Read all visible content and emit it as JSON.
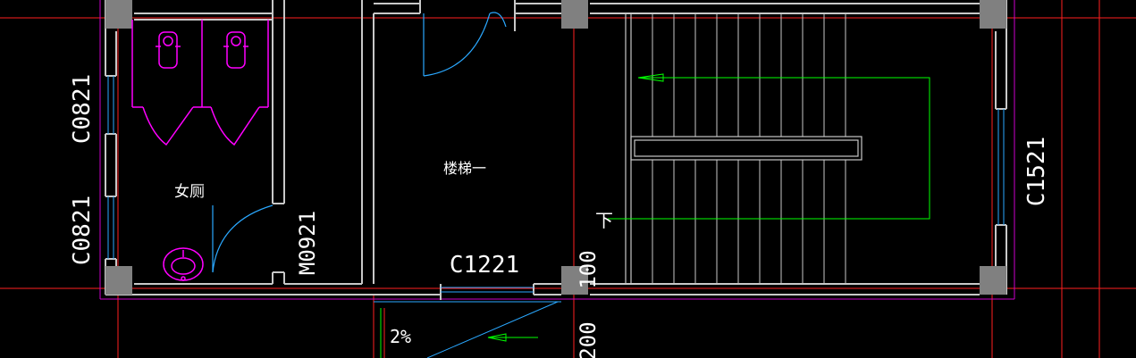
{
  "colors": {
    "background": "#000000",
    "wall": "#c8c8c8",
    "column": "#808080",
    "axis": "#ff2020",
    "fixture": "#ff00ff",
    "door": "#2aa8ff",
    "stair": "#c8c8c8",
    "arrow": "#00ff00",
    "text": "#ffffff",
    "outline": "#cc00cc"
  },
  "labels": {
    "window_left_top": "C0821",
    "window_left_bottom": "C0821",
    "womens_toilet": "女厕",
    "door_code": "M0921",
    "stair_room": "楼梯一",
    "window_bottom": "C1221",
    "window_right": "C1521",
    "down_marker": "下",
    "dim_100": "100",
    "dim_200": "200",
    "slope": "2%"
  },
  "icons": [
    "squat-toilet-icon",
    "squat-toilet-icon",
    "washbasin-icon",
    "direction-arrow-icon"
  ]
}
